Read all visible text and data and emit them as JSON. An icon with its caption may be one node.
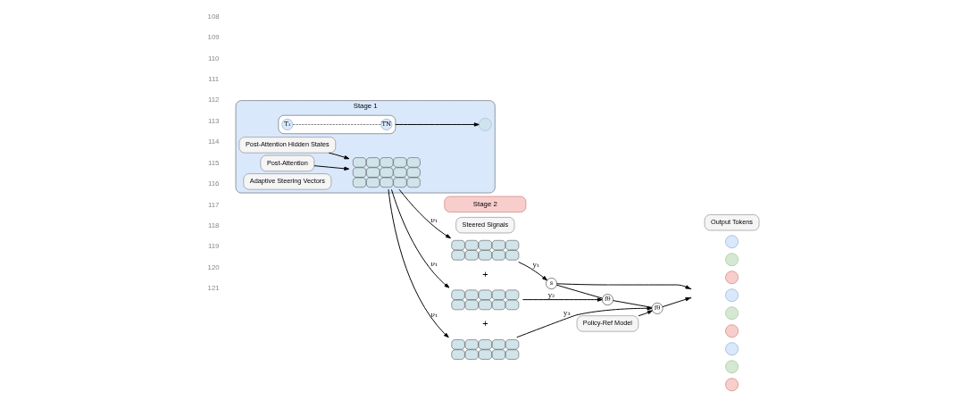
{
  "diagram": {
    "nodes": [
      {
        "text": [
          "Stage 1"
        ]
      },
      {
        "text": [
          "Post-Attention Hidden States"
        ],
        "in": 0
      },
      {
        "text": [
          "Post-Attention"
        ],
        "in": 0
      },
      {
        "text": [],
        "shape": "box",
        "in": 0
      },
      {
        "text": [],
        "shape": "box",
        "in": 0
      },
      {
        "text": [
          "T₁"
        ],
        "in": 4
      },
      {
        "text": [
          "TN"
        ],
        "in": 4
      },
      {
        "text": [
          "Adaptive Steering Vectors"
        ],
        "in": 0
      },
      {
        "text": [],
        "shape": "circle",
        "in": 0
      },
      {
        "text": [
          "Stage 2"
        ]
      },
      {
        "text": [
          "Steered Signals"
        ]
      },
      {
        "text": [],
        "shape": "box"
      },
      {
        "text": [],
        "shape": "box"
      },
      {
        "text": [],
        "shape": "box"
      },
      {
        "text": [
          "s"
        ]
      },
      {
        "text": [
          "fθ"
        ]
      },
      {
        "text": [
          "fθ"
        ]
      },
      {
        "text": [
          "Policy-Ref Model"
        ]
      },
      {
        "text": [
          "Output Tokens"
        ]
      },
      {
        "text": [],
        "shape": "circle"
      },
      {
        "text": [],
        "shape": "circle"
      },
      {
        "text": [],
        "shape": "circle"
      },
      {
        "text": [],
        "shape": "circle"
      },
      {
        "text": [],
        "shape": "circle"
      },
      {
        "text": [],
        "shape": "circle"
      },
      {
        "text": [],
        "shape": "circle"
      },
      {
        "text": [],
        "shape": "circle"
      },
      {
        "text": [],
        "shape": "circle"
      }
    ],
    "edges": [
      {
        "from": 1,
        "to": 3,
        "arrow": "to"
      },
      {
        "from": 2,
        "to": 3,
        "arrow": "to"
      },
      {
        "from": 5,
        "to": 6,
        "arrow": "none",
        "style": "dashed"
      },
      {
        "from": 4,
        "to": 8,
        "arrow": "to"
      },
      {
        "from": 3,
        "to": 11,
        "arrow": "to",
        "label": "ν₁"
      },
      {
        "from": 3,
        "to": 12,
        "arrow": "to",
        "label": "ν₁"
      },
      {
        "from": 3,
        "to": 13,
        "arrow": "to",
        "label": "ν₁"
      },
      {
        "from": 11,
        "to": 14,
        "arrow": "to",
        "label": "y₁"
      },
      {
        "from": 12,
        "to": 15,
        "arrow": "to",
        "label": "y₂"
      },
      {
        "from": 13,
        "to": 16,
        "arrow": "to",
        "label": "y₃"
      },
      {
        "from": 17,
        "to": 16,
        "arrow": "to"
      },
      {
        "from": 14,
        "to": 15,
        "arrow": "none"
      },
      {
        "from": 15,
        "to": 16,
        "arrow": "none"
      },
      {
        "from": 14,
        "to": null,
        "arrow": "to"
      },
      {
        "from": 16,
        "to": null,
        "arrow": "to"
      }
    ],
    "labels": [
      "108",
      "109",
      "110",
      "111",
      "112",
      "113",
      "114",
      "115",
      "116",
      "117",
      "118",
      "119",
      "120",
      "121",
      "+",
      "+"
    ]
  }
}
